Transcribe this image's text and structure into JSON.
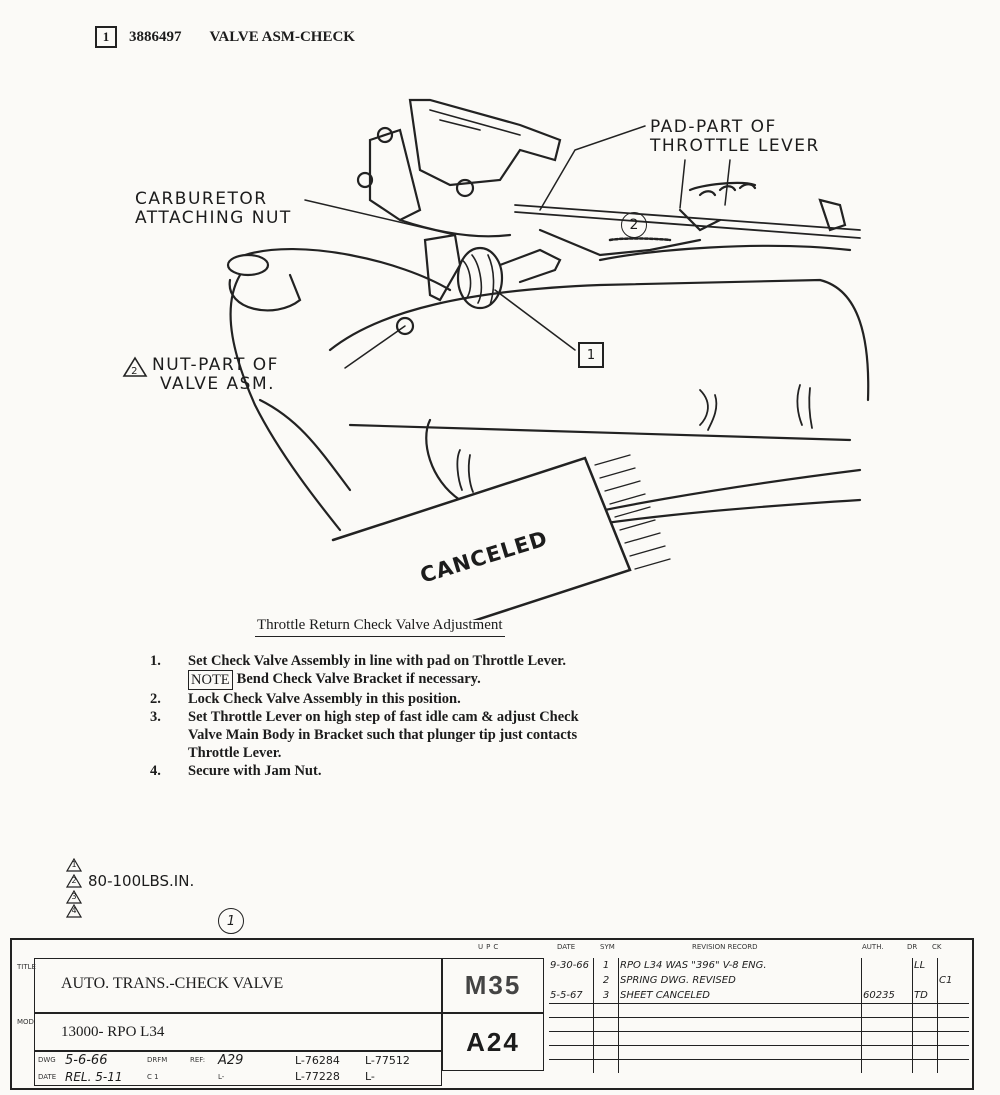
{
  "header": {
    "box_num": "1",
    "part_number": "3886497",
    "part_name": "VALVE ASM-CHECK"
  },
  "callouts": {
    "pad": [
      "PAD-PART OF",
      "THROTTLE LEVER"
    ],
    "carb": [
      "CARBURETOR",
      "ATTACHING NUT"
    ],
    "nut": [
      "NUT-PART OF",
      "VALVE ASM."
    ],
    "nut_tri": "2",
    "item_box": "1",
    "spring_circle": "2"
  },
  "stamp": "CANCELED",
  "instructions": {
    "title": "Throttle Return Check Valve Adjustment",
    "steps": [
      {
        "num": "1.",
        "note": "",
        "text": "Set Check Valve Assembly in line with pad on Throttle Lever."
      },
      {
        "num": "",
        "note": "NOTE",
        "text": "Bend Check Valve Bracket if necessary."
      },
      {
        "num": "2.",
        "note": "",
        "text": "Lock Check Valve Assembly in this position."
      },
      {
        "num": "3.",
        "note": "",
        "text": "Set Throttle Lever on high step of fast idle cam & adjust Check"
      },
      {
        "num": "",
        "note": "",
        "text": "Valve Main Body in Bracket such that plunger tip just contacts"
      },
      {
        "num": "",
        "note": "",
        "text": "Throttle Lever."
      },
      {
        "num": "4.",
        "note": "",
        "text": "Secure with Jam Nut."
      }
    ]
  },
  "notes": {
    "tri_labels": [
      "1",
      "2",
      "3",
      "4"
    ],
    "torque": "80-100LBS.IN.",
    "circle": "1"
  },
  "title_block": {
    "title_label": "TITLE",
    "title": "AUTO. TRANS.-CHECK VALVE",
    "mod_label": "MOD",
    "model": "13000- RPO L34",
    "upc_label": "UPC",
    "upc_code": "M35",
    "sub_code": "A24",
    "dwg_label": "DWG",
    "dwg_date": "5-6-66",
    "drfm_label": "DRFM",
    "ref_label": "REF:",
    "ref_value": "A29",
    "ref1": "L-76284",
    "ref2": "L-77512",
    "date_label": "DATE",
    "date_value": "REL. 5-11",
    "ck_label": "C 1",
    "ref3": "L-",
    "ref4": "L-77228",
    "ref5": "L-",
    "rev_headers": [
      "DATE",
      "SYM",
      "REVISION RECORD",
      "AUTH.",
      "DR",
      "CK"
    ],
    "revisions": [
      {
        "date": "9-30-66",
        "sym": "1",
        "record": "RPO L34 WAS \"396\" V-8 ENG.",
        "auth": "",
        "dr": "LL",
        "ck": ""
      },
      {
        "date": "",
        "sym": "2",
        "record": "SPRING DWG. REVISED",
        "auth": "",
        "dr": "",
        "ck": "C1"
      },
      {
        "date": "5-5-67",
        "sym": "3",
        "record": "SHEET CANCELED",
        "auth": "60235",
        "dr": "TD",
        "ck": ""
      }
    ]
  }
}
